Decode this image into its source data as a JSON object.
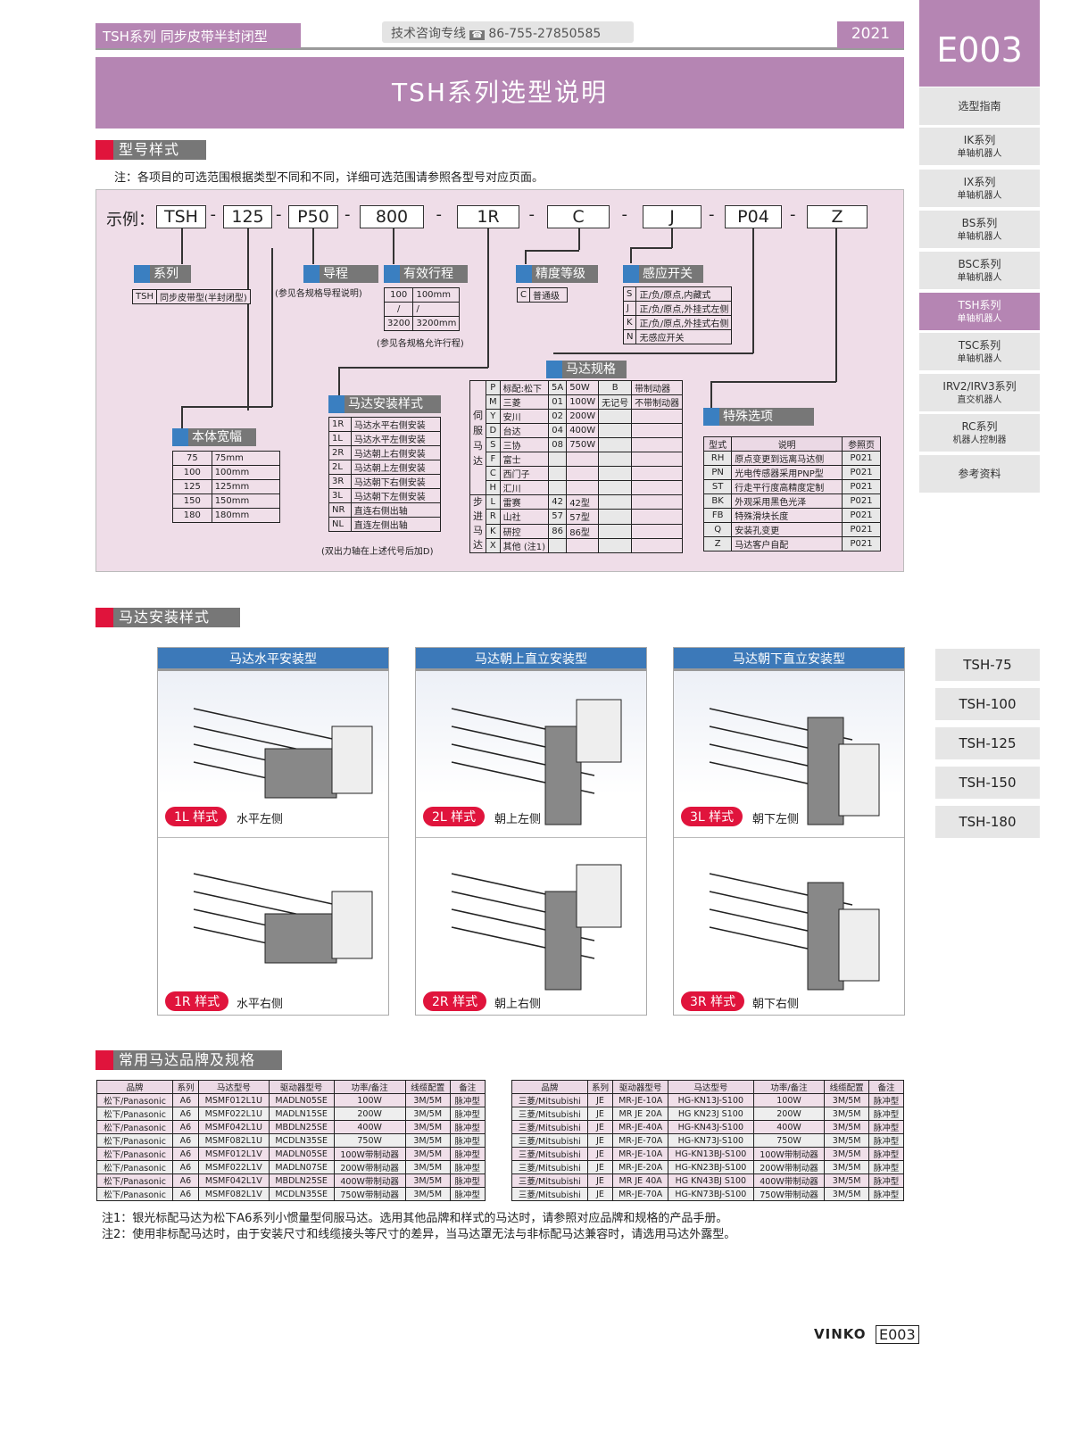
{
  "header": {
    "series": "TSH系列 同步皮带半封闭型",
    "hotline_label": "技术咨询专线",
    "hotline": "86-755-27850585",
    "year": "2021",
    "title": "TSH系列选型说明",
    "page_code": "E003"
  },
  "sidebar": [
    {
      "t": "选型指南",
      "s": ""
    },
    {
      "t": "IK系列",
      "s": "单轴机器人"
    },
    {
      "t": "IX系列",
      "s": "单轴机器人"
    },
    {
      "t": "BS系列",
      "s": "单轴机器人"
    },
    {
      "t": "BSC系列",
      "s": "单轴机器人"
    },
    {
      "t": "TSH系列",
      "s": "单轴机器人"
    },
    {
      "t": "TSC系列",
      "s": "单轴机器人"
    },
    {
      "t": "IRV2/IRV3系列",
      "s": "直交机器人"
    },
    {
      "t": "RC系列",
      "s": "机器人控制器"
    },
    {
      "t": "参考资料",
      "s": ""
    }
  ],
  "models": [
    "TSH-75",
    "TSH-100",
    "TSH-125",
    "TSH-150",
    "TSH-180"
  ],
  "sec1": {
    "title": "型号样式",
    "note": "注：各项目的可选范围根据类型不同和不同，详细可选范围请参照各型号对应页面。"
  },
  "example": {
    "label": "示例：",
    "parts": [
      "TSH",
      "125",
      "P50",
      "800",
      "1R",
      "C",
      "J",
      "P04",
      "Z"
    ]
  },
  "series_box": {
    "title": "系列",
    "row": [
      "TSH",
      "同步皮带型(半封闭型)"
    ]
  },
  "guide": {
    "title": "导程",
    "note": "(参见各规格导程说明)"
  },
  "stroke": {
    "title": "有效行程",
    "rows": [
      [
        "100",
        "100mm"
      ],
      [
        "/",
        "/"
      ],
      [
        "3200",
        "3200mm"
      ]
    ],
    "note": "(参见各规格允许行程)"
  },
  "accuracy": {
    "title": "精度等级",
    "row": [
      "C",
      "普通级"
    ]
  },
  "sensor": {
    "title": "感应开关",
    "rows": [
      [
        "S",
        "正/负/原点,内藏式"
      ],
      [
        "J",
        "正/负/原点,外挂式左侧"
      ],
      [
        "K",
        "正/负/原点,外挂式右侧"
      ],
      [
        "N",
        "无感应开关"
      ]
    ]
  },
  "width": {
    "title": "本体宽幅",
    "rows": [
      [
        "75",
        "75mm"
      ],
      [
        "100",
        "100mm"
      ],
      [
        "125",
        "125mm"
      ],
      [
        "150",
        "150mm"
      ],
      [
        "180",
        "180mm"
      ]
    ]
  },
  "mount": {
    "title": "马达安装样式",
    "rows": [
      [
        "1R",
        "马达水平右侧安装"
      ],
      [
        "1L",
        "马达水平左侧安装"
      ],
      [
        "2R",
        "马达朝上右侧安装"
      ],
      [
        "2L",
        "马达朝上左侧安装"
      ],
      [
        "3R",
        "马达朝下右侧安装"
      ],
      [
        "3L",
        "马达朝下左侧安装"
      ],
      [
        "NR",
        "直连右侧出轴"
      ],
      [
        "NL",
        "直连左侧出轴"
      ]
    ],
    "note": "(双出力轴在上述代号后加D)"
  },
  "motor": {
    "title": "马达规格",
    "servo": "伺服马达",
    "stepper": "步进马达",
    "rows": [
      [
        "P",
        "标配:松下",
        "5A",
        "50W",
        "B",
        "带制动器"
      ],
      [
        "M",
        "三菱",
        "01",
        "100W",
        "无记号",
        "不带制动器"
      ],
      [
        "Y",
        "安川",
        "02",
        "200W",
        "",
        ""
      ],
      [
        "D",
        "台达",
        "04",
        "400W",
        "",
        ""
      ],
      [
        "S",
        "三协",
        "08",
        "750W",
        "",
        ""
      ],
      [
        "F",
        "富士",
        "",
        "",
        "",
        ""
      ],
      [
        "C",
        "西门子",
        "",
        "",
        "",
        ""
      ],
      [
        "H",
        "汇川",
        "",
        "",
        "",
        ""
      ],
      [
        "L",
        "雷赛",
        "42",
        "42型",
        "",
        ""
      ],
      [
        "R",
        "山社",
        "57",
        "57型",
        "",
        ""
      ],
      [
        "K",
        "研控",
        "86",
        "86型",
        "",
        ""
      ],
      [
        "X",
        "其他 (注1)",
        "",
        "",
        "",
        ""
      ]
    ]
  },
  "options": {
    "title": "特殊选项",
    "headers": [
      "型式",
      "说明",
      "参照页"
    ],
    "rows": [
      [
        "RH",
        "原点变更到远离马达侧",
        "P021"
      ],
      [
        "PN",
        "光电传感器采用PNP型",
        "P021"
      ],
      [
        "ST",
        "行走平行度高精度定制",
        "P021"
      ],
      [
        "BK",
        "外观采用黑色光泽",
        "P021"
      ],
      [
        "FB",
        "特殊滑块长度",
        "P021"
      ],
      [
        "Q",
        "安装孔变更",
        "P021"
      ],
      [
        "Z",
        "马达客户自配",
        "P021"
      ]
    ]
  },
  "sec2": {
    "title": "马达安装样式"
  },
  "mount_cards": [
    {
      "title": "马达水平安装型",
      "top": {
        "code": "1L 样式",
        "desc": "水平左侧"
      },
      "bottom": {
        "code": "1R 样式",
        "desc": "水平右侧"
      }
    },
    {
      "title": "马达朝上直立安装型",
      "top": {
        "code": "2L 样式",
        "desc": "朝上左侧"
      },
      "bottom": {
        "code": "2R 样式",
        "desc": "朝上右侧"
      }
    },
    {
      "title": "马达朝下直立安装型",
      "top": {
        "code": "3L 样式",
        "desc": "朝下左侧"
      },
      "bottom": {
        "code": "3R 样式",
        "desc": "朝下右侧"
      }
    }
  ],
  "sec3": {
    "title": "常用马达品牌及规格"
  },
  "pana": {
    "headers": [
      "品牌",
      "系列",
      "马达型号",
      "驱动器型号",
      "功率/备注",
      "线缆配置",
      "备注"
    ],
    "rows": [
      [
        "松下/Panasonic",
        "A6",
        "MSMF012L1U",
        "MADLN05SE",
        "100W",
        "3M/5M",
        "脉冲型"
      ],
      [
        "松下/Panasonic",
        "A6",
        "MSMF022L1U",
        "MADLN15SE",
        "200W",
        "3M/5M",
        "脉冲型"
      ],
      [
        "松下/Panasonic",
        "A6",
        "MSMF042L1U",
        "MBDLN25SE",
        "400W",
        "3M/5M",
        "脉冲型"
      ],
      [
        "松下/Panasonic",
        "A6",
        "MSMF082L1U",
        "MCDLN35SE",
        "750W",
        "3M/5M",
        "脉冲型"
      ],
      [
        "松下/Panasonic",
        "A6",
        "MSMF012L1V",
        "MADLN05SE",
        "100W带制动器",
        "3M/5M",
        "脉冲型"
      ],
      [
        "松下/Panasonic",
        "A6",
        "MSMF022L1V",
        "MADLN07SE",
        "200W带制动器",
        "3M/5M",
        "脉冲型"
      ],
      [
        "松下/Panasonic",
        "A6",
        "MSMF042L1V",
        "MBDLN25SE",
        "400W带制动器",
        "3M/5M",
        "脉冲型"
      ],
      [
        "松下/Panasonic",
        "A6",
        "MSMF082L1V",
        "MCDLN35SE",
        "750W带制动器",
        "3M/5M",
        "脉冲型"
      ]
    ]
  },
  "mitsu": {
    "headers": [
      "品牌",
      "系列",
      "驱动器型号",
      "马达型号",
      "功率/备注",
      "线缆配置",
      "备注"
    ],
    "rows": [
      [
        "三菱/Mitsubishi",
        "JE",
        "MR-JE-10A",
        "HG-KN13J-S100",
        "100W",
        "3M/5M",
        "脉冲型"
      ],
      [
        "三菱/Mitsubishi",
        "JE",
        "MR JE 20A",
        "HG KN23J S100",
        "200W",
        "3M/5M",
        "脉冲型"
      ],
      [
        "三菱/Mitsubishi",
        "JE",
        "MR-JE-40A",
        "HG-KN43J-S100",
        "400W",
        "3M/5M",
        "脉冲型"
      ],
      [
        "三菱/Mitsubishi",
        "JE",
        "MR-JE-70A",
        "HG-KN73J-S100",
        "750W",
        "3M/5M",
        "脉冲型"
      ],
      [
        "三菱/Mitsubishi",
        "JE",
        "MR-JE-10A",
        "HG-KN13BJ-S100",
        "100W带制动器",
        "3M/5M",
        "脉冲型"
      ],
      [
        "三菱/Mitsubishi",
        "JE",
        "MR-JE-20A",
        "HG-KN23BJ-S100",
        "200W带制动器",
        "3M/5M",
        "脉冲型"
      ],
      [
        "三菱/Mitsubishi",
        "JE",
        "MR JE 40A",
        "HG KN43BJ S100",
        "400W带制动器",
        "3M/5M",
        "脉冲型"
      ],
      [
        "三菱/Mitsubishi",
        "JE",
        "MR-JE-70A",
        "HG-KN73BJ-S100",
        "750W带制动器",
        "3M/5M",
        "脉冲型"
      ]
    ]
  },
  "notes": [
    "注1：银光标配马达为松下A6系列小惯量型伺服马达。选用其他品牌和样式的马达时，请参照对应品牌和规格的产品手册。",
    "注2：使用非标配马达时，由于安装尺寸和线缆接头等尺寸的差异，当马达罩无法与非标配马达兼容时，请选用马达外露型。"
  ],
  "footer": {
    "brand": "VINKO",
    "code": "E003"
  }
}
